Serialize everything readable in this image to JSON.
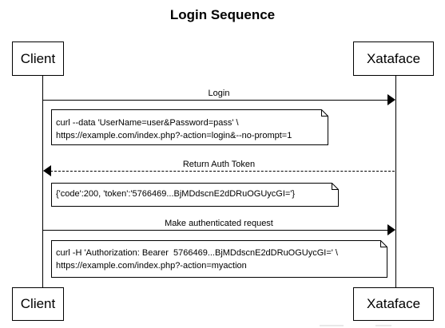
{
  "diagram": {
    "title": "Login Sequence",
    "participants": {
      "client": "Client",
      "server": "Xataface"
    },
    "messages": [
      {
        "label": "Login",
        "direction": "client-to-server",
        "style": "solid"
      },
      {
        "label": "Return Auth Token",
        "direction": "server-to-client",
        "style": "dashed"
      },
      {
        "label": "Make authenticated request",
        "direction": "client-to-server",
        "style": "solid"
      }
    ],
    "notes": [
      {
        "line1": "curl --data 'UserName=user&Password=pass' \\",
        "line2": "https://example.com/index.php?-action=login&--no-prompt=1"
      },
      {
        "line1": "{'code':200, 'token':'5766469...BjMDdscnE2dDRuOGUycGI='}"
      },
      {
        "line1": "curl -H 'Authorization: Bearer  5766469...BjMDdscnE2dDRuOGUycGI=' \\",
        "line2": "https://example.com/index.php?-action=myaction"
      }
    ]
  }
}
